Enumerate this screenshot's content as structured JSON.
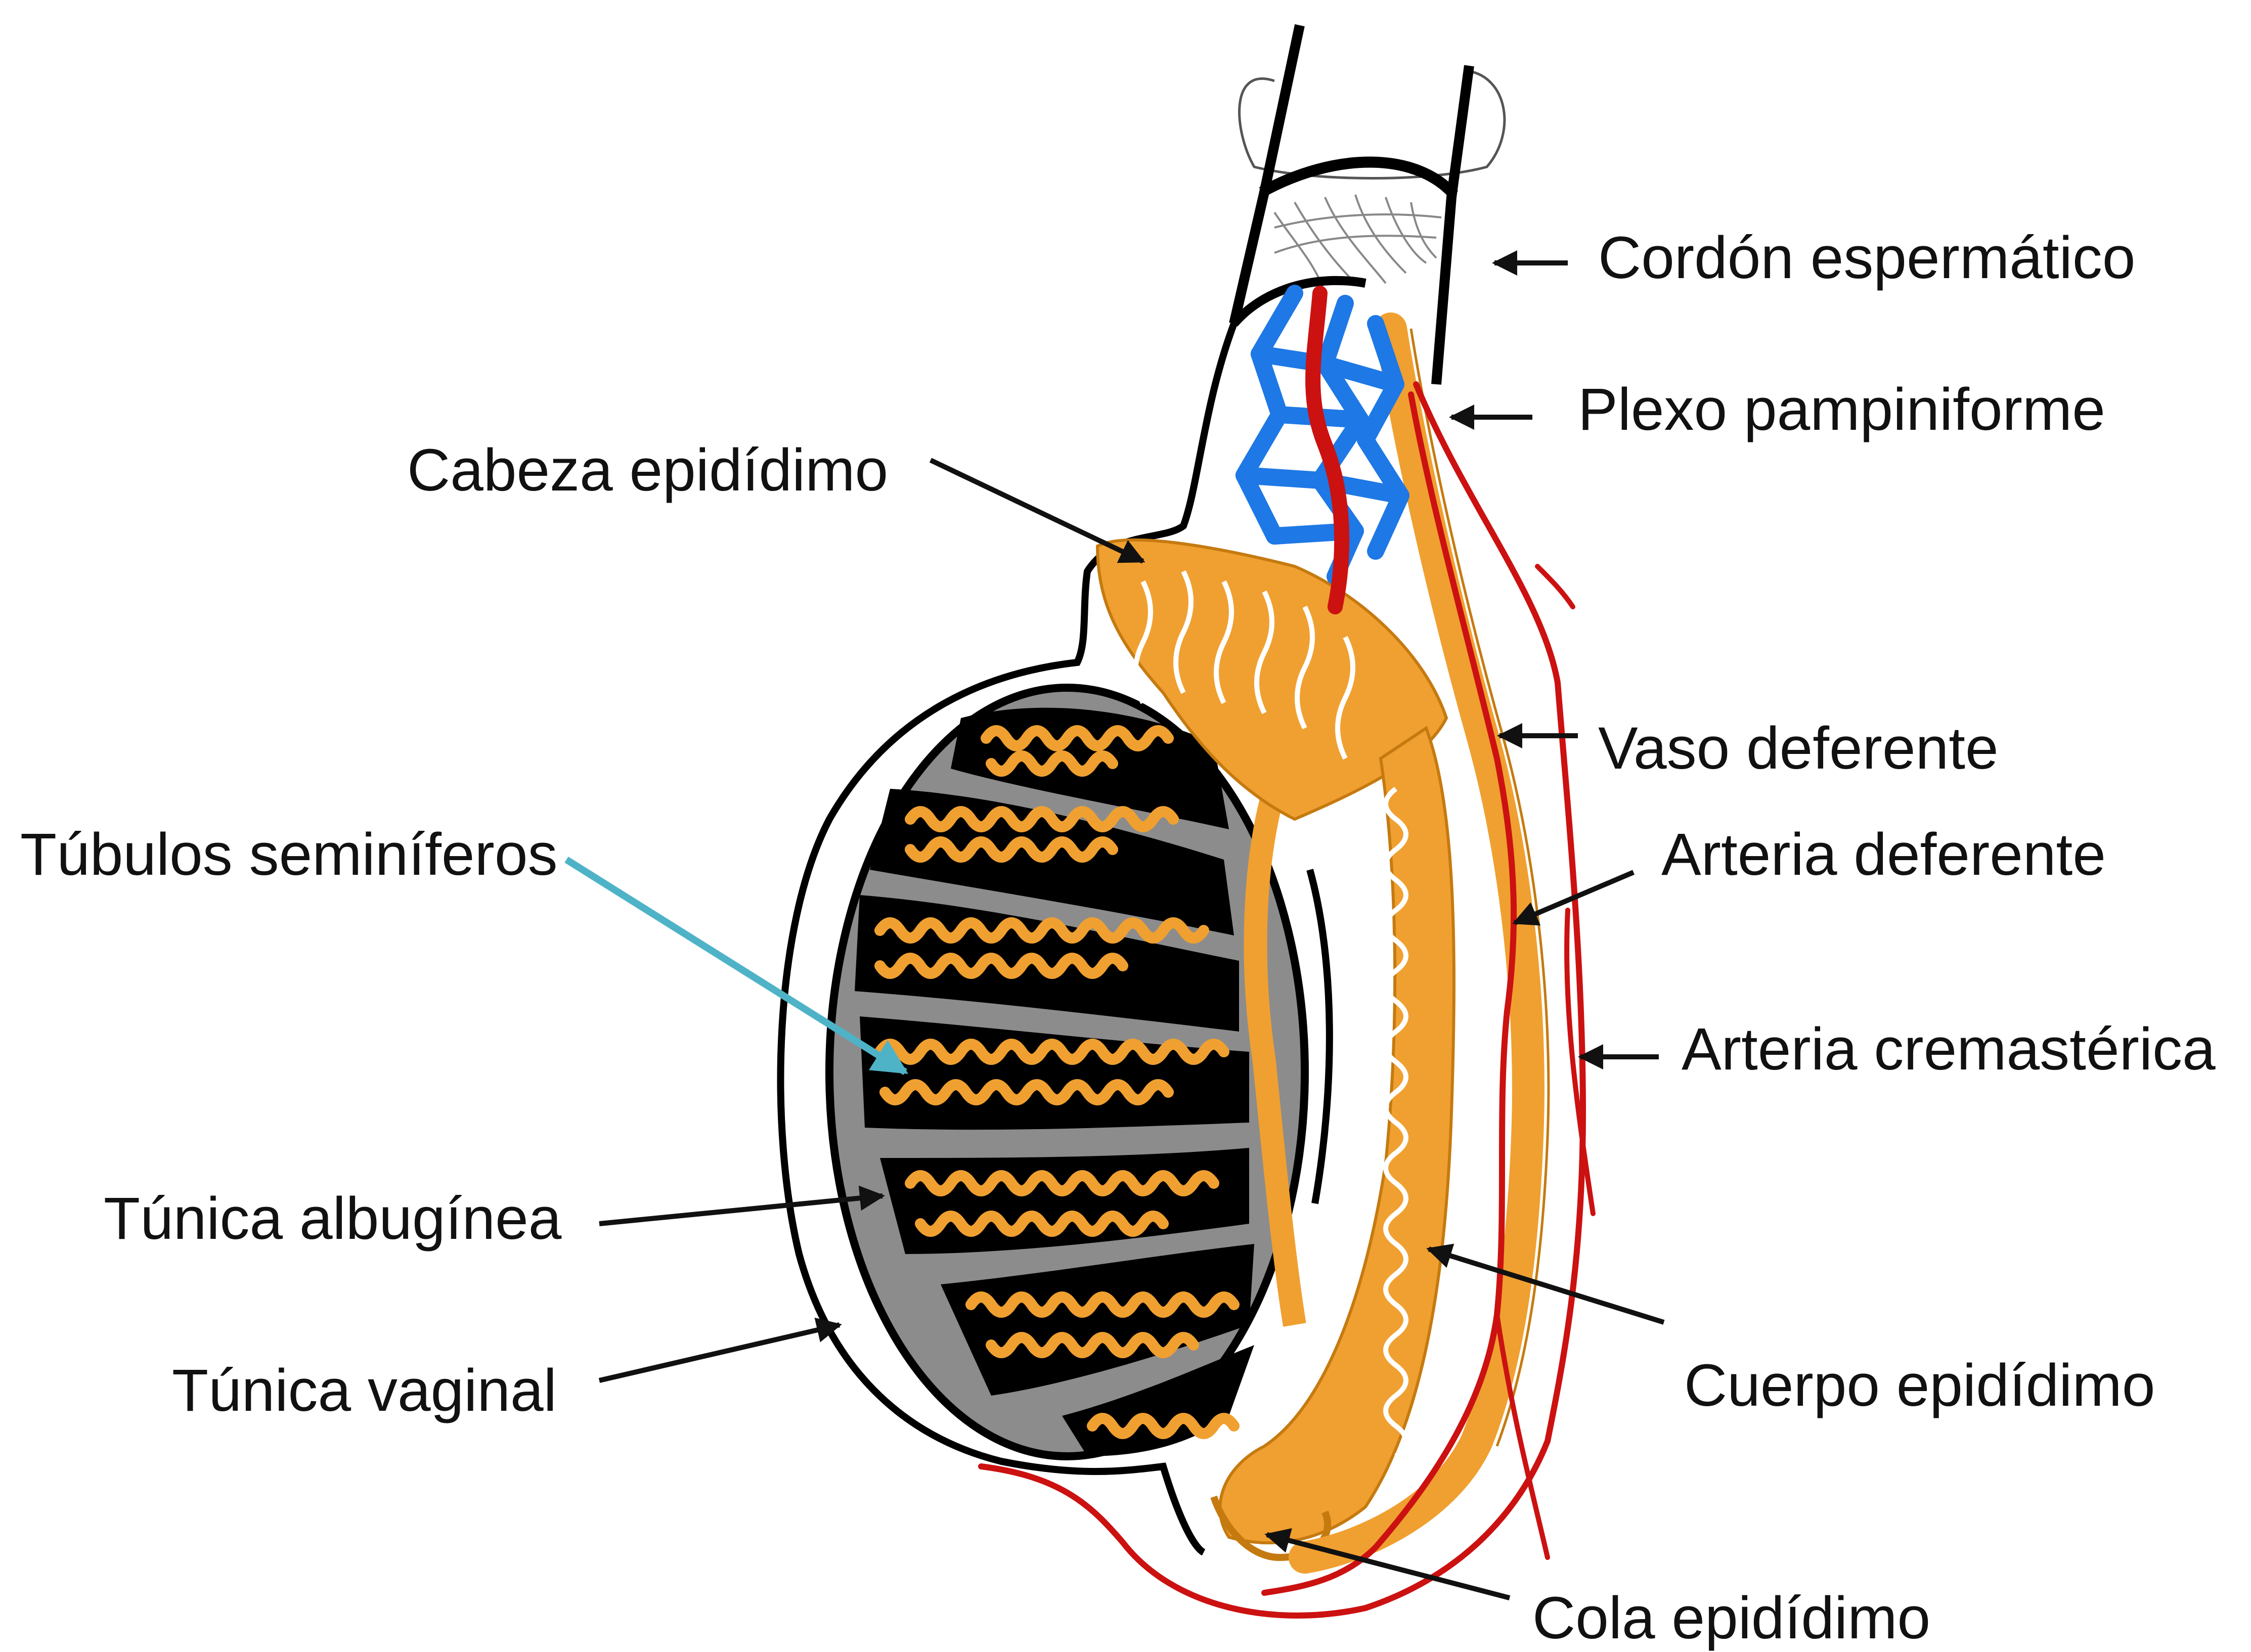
{
  "labels": {
    "cordon_espermatico": "Cordón espermático",
    "plexo_pampiniforme": "Plexo pampiniforme",
    "cabeza_epididimo": "Cabeza epidídimo",
    "vaso_deferente": "Vaso deferente",
    "tubulos_seminiferos": "Túbulos seminíferos",
    "arteria_deferente": "Arteria deferente",
    "arteria_cremasterica": "Arteria cremastérica",
    "tunica_albuginea": "Túnica albugínea",
    "cuerpo_epididimo": "Cuerpo epidídimo",
    "tunica_vaginal": "Túnica vaginal",
    "cola_epididimo": "Cola epidídimo"
  },
  "colors": {
    "epididymis": "#F0A030",
    "vein": "#1E78E6",
    "artery": "#CC1111",
    "testis_fill": "#000000",
    "albuginea": "#8C8C8C",
    "arrow": "#111111",
    "highlight_arrow": "#4FB3C8"
  }
}
